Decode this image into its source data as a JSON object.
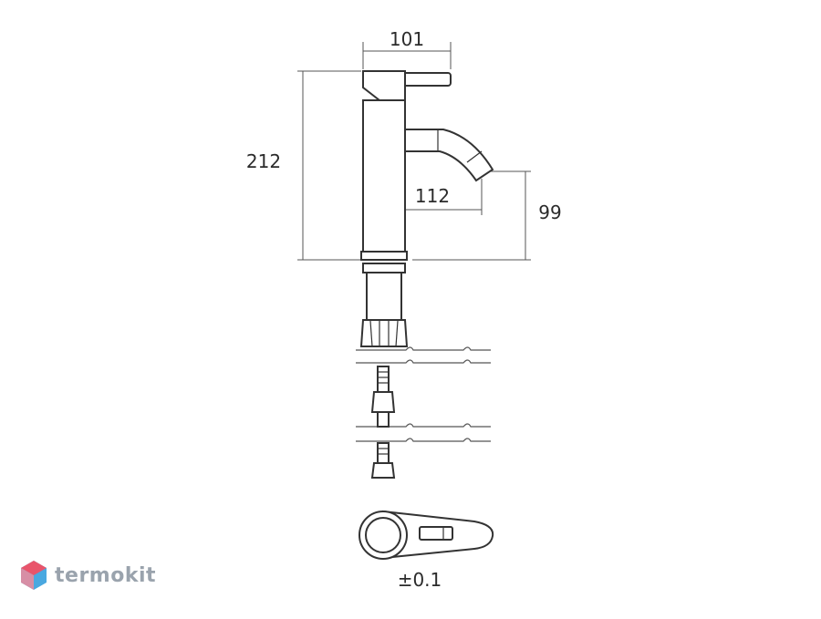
{
  "dimensions": {
    "top_width": "101",
    "total_height": "212",
    "spout_reach": "112",
    "spout_height": "99",
    "tolerance": "±0.1"
  },
  "brand": {
    "name": "termokit",
    "accent_colors": [
      "#e9546b",
      "#4aa8e0",
      "#9aa3ad"
    ]
  }
}
